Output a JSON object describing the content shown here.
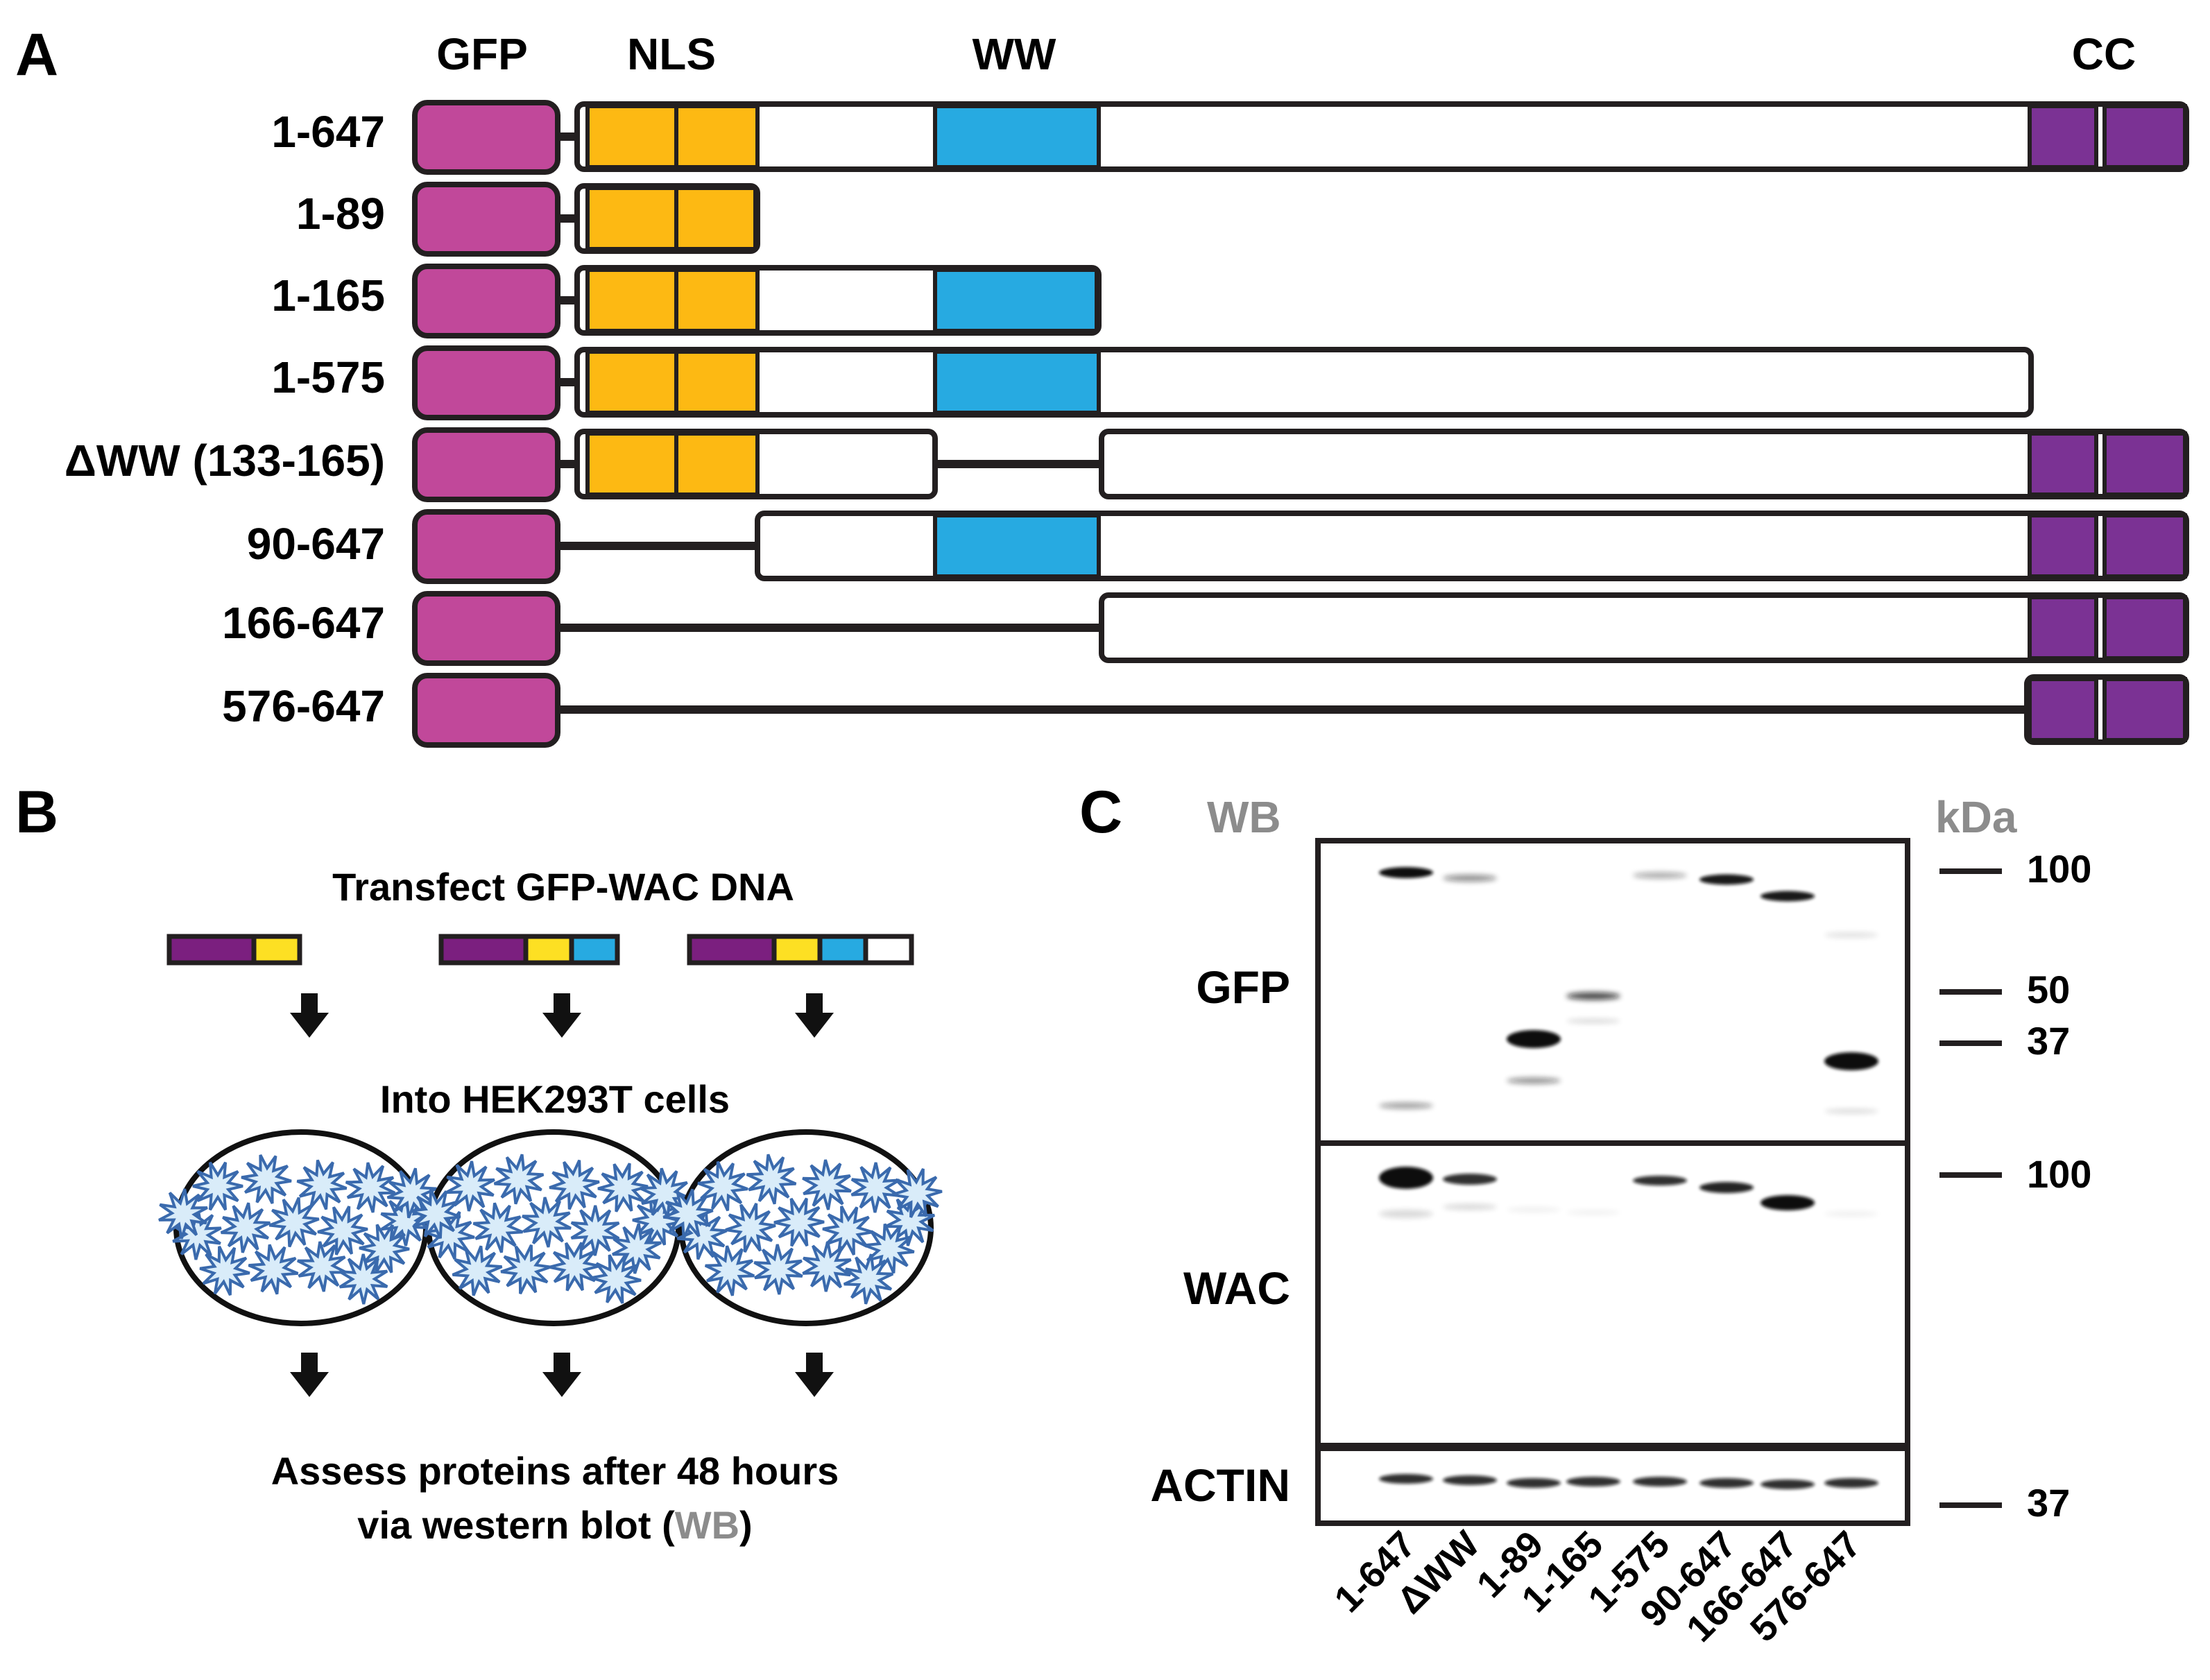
{
  "colors": {
    "gfp": "#c1489a",
    "nls": "#fdb913",
    "ww": "#27aae1",
    "cc": "#7b3294",
    "text": "#231f20",
    "gray_text": "#8c8c8c",
    "cell": "#3a6aad",
    "cell_fill": "#d9ecf9"
  },
  "panel_a": {
    "letter": "A",
    "headers": {
      "gfp": "GFP",
      "nls": "NLS",
      "ww": "WW",
      "cc": "CC"
    },
    "constructs": [
      {
        "label": "1-647"
      },
      {
        "label": "1-89"
      },
      {
        "label": "1-165"
      },
      {
        "label": "1-575"
      },
      {
        "label": "ΔWW (133-165)"
      },
      {
        "label": "90-647"
      },
      {
        "label": "166-647"
      },
      {
        "label": "576-647"
      }
    ]
  },
  "panel_b": {
    "letter": "B",
    "step1": "Transfect GFP-WAC DNA",
    "step2": "Into HEK293T cells",
    "step3_line1": "Assess proteins after 48 hours",
    "step3_line2_pre": "via western blot (",
    "step3_line2_wb": "WB",
    "step3_line2_post": ")",
    "mini_constructs": [
      [
        "gfp_mini",
        "nls"
      ],
      [
        "gfp_mini",
        "nls",
        "ww"
      ],
      [
        "gfp_mini",
        "nls",
        "ww",
        "white"
      ]
    ]
  },
  "panel_c": {
    "letter": "C",
    "wb_label": "WB",
    "kda_label": "kDa",
    "blots": [
      "GFP",
      "WAC",
      "ACTIN"
    ],
    "markers_gfp": [
      "100",
      "50",
      "37"
    ],
    "markers_wac": [
      "100"
    ],
    "markers_actin": [
      "37"
    ],
    "lanes": [
      "1-647",
      "ΔWW",
      "1-89",
      "1-165",
      "1-575",
      "90-647",
      "166-647",
      "576-647"
    ]
  }
}
